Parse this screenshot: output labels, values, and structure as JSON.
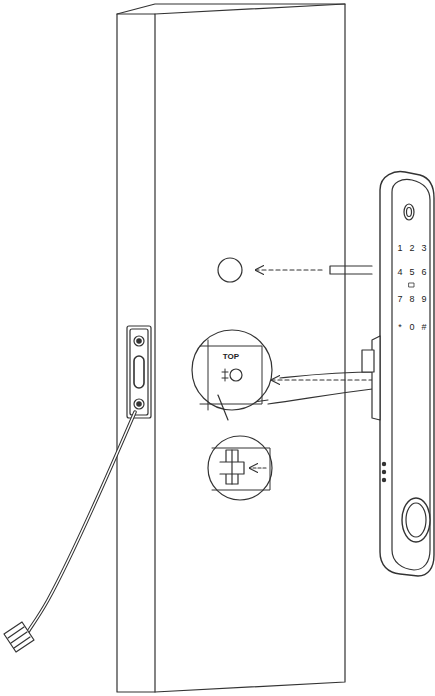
{
  "diagram": {
    "labels": [
      "1",
      "2",
      "3",
      "4",
      "5",
      "6",
      "7",
      "8",
      "9",
      "*",
      "0",
      "#",
      "TOP"
    ]
  }
}
